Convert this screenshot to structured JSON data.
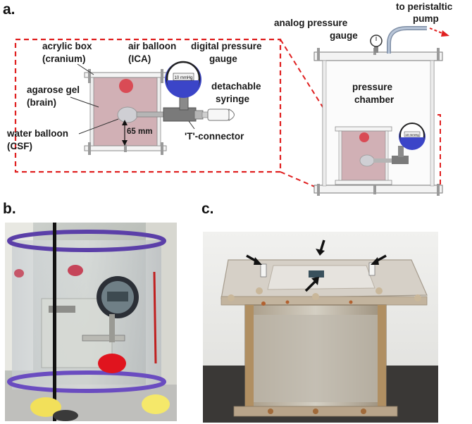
{
  "panels": {
    "a": "a.",
    "b": "b.",
    "c": "c."
  },
  "labels": {
    "acrylic_box": "acrylic box",
    "cranium": "(cranium)",
    "air_balloon": "air balloon",
    "ica": "(ICA)",
    "digital_gauge_1": "digital pressure",
    "digital_gauge_2": "gauge",
    "agarose_1": "agarose gel",
    "agarose_2": "(brain)",
    "detachable_1": "detachable",
    "detachable_2": "syringe",
    "water_balloon": "water balloon",
    "csf": "(CSF)",
    "dimension": "65 mm",
    "t_connector": "'T'-connector",
    "analog_gauge_1": "analog pressure",
    "analog_gauge_2": "gauge",
    "peristaltic_1": "to peristaltic",
    "peristaltic_2": "pump",
    "chamber_1": "pressure",
    "chamber_2": "chamber",
    "gauge_face": "10 mmHg",
    "gauge_face_small": "10 mmHg"
  },
  "colors": {
    "callout_dash": "#e02020",
    "gel_fill": "#c9a2a8",
    "air_balloon": "#d94b55",
    "water_balloon": "#cfcfd4",
    "gauge_blue": "#3b45c8",
    "acrylic_frame": "#8a8a8a"
  },
  "icons": [
    "arrow-right-icon",
    "arrow-down-icon"
  ]
}
